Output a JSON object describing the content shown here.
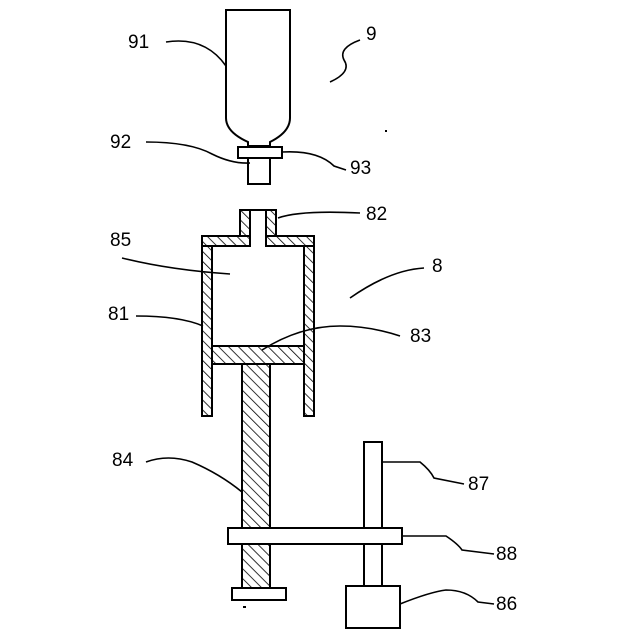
{
  "labels": {
    "l9": "9",
    "l91": "91",
    "l92": "92",
    "l93": "93",
    "l8": "8",
    "l81": "81",
    "l82": "82",
    "l83": "83",
    "l84": "84",
    "l85": "85",
    "l86": "86",
    "l87": "87",
    "l88": "88"
  }
}
